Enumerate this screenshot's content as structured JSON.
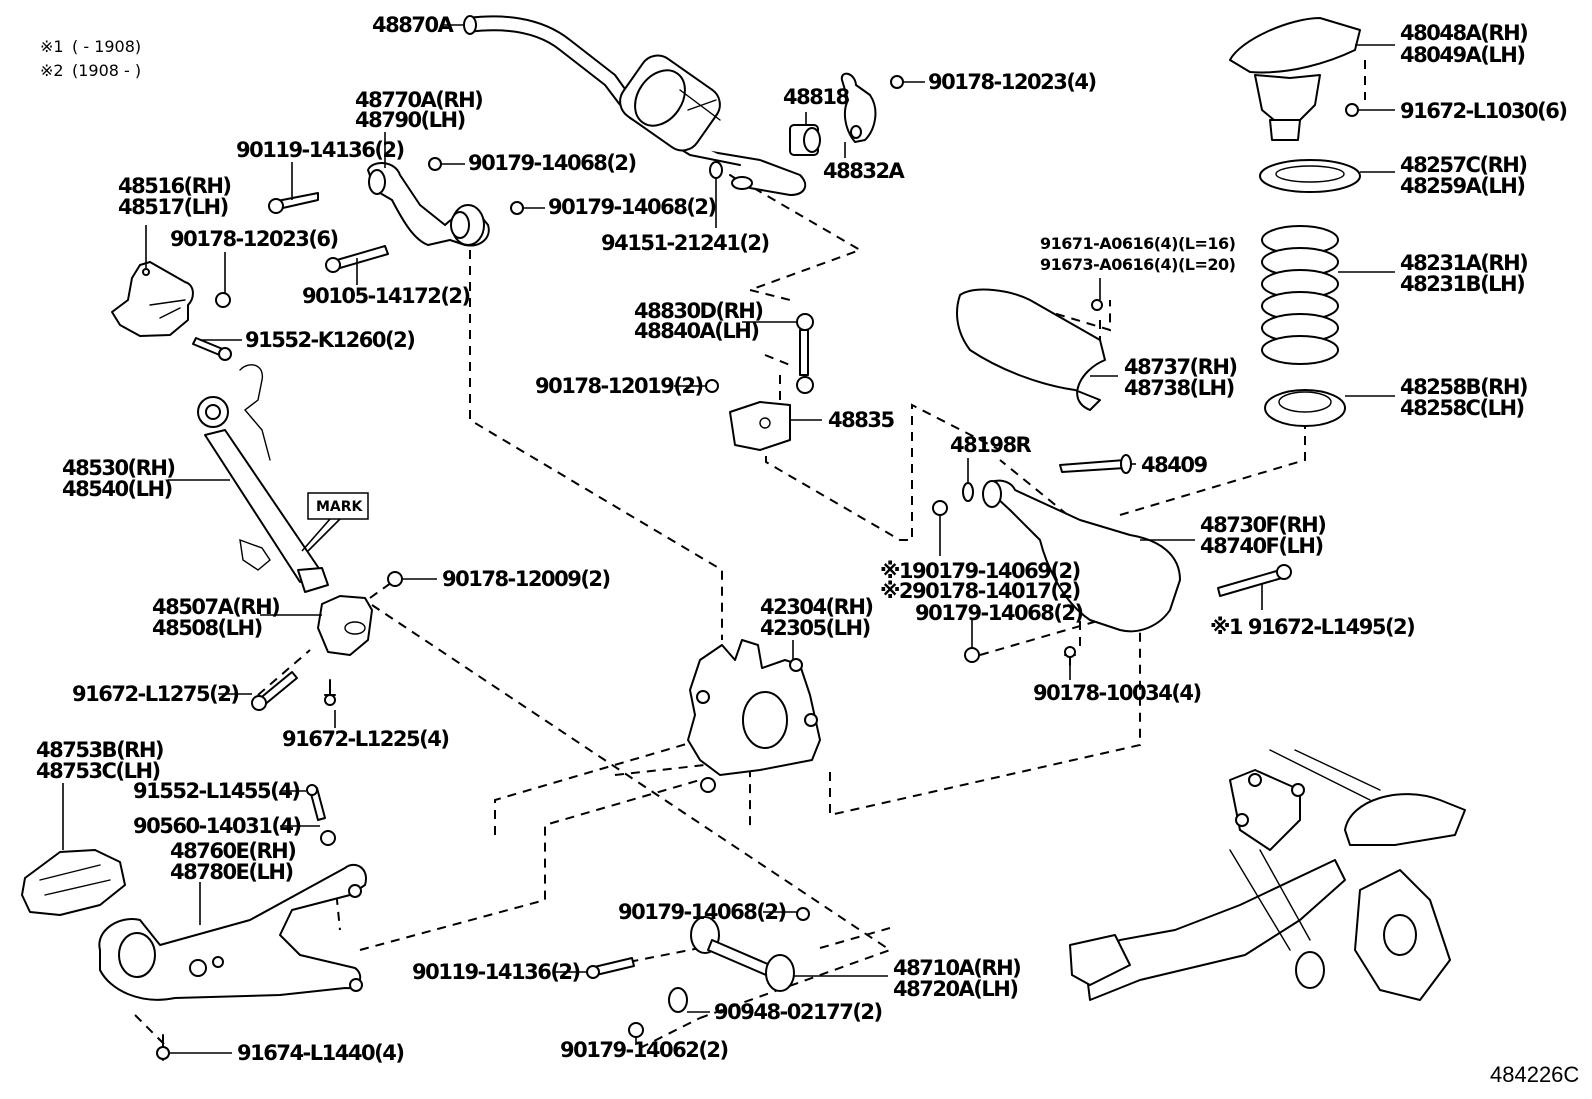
{
  "diagram": {
    "illustration_code": "484226C",
    "notes": [
      {
        "symbol": "※1",
        "text": "(        - 1908)"
      },
      {
        "symbol": "※2",
        "text": "(1908  -        )"
      }
    ],
    "mark_label": "MARK",
    "callouts": {
      "stabilizer_bar": [
        "48870A"
      ],
      "upper_arm_front": [
        "48770A(RH)",
        "48790(LH)"
      ],
      "bolt_90119_top": [
        "90119-14136(2)"
      ],
      "nut_14068_a": [
        "90179-14068(2)"
      ],
      "nut_14068_b": [
        "90179-14068(2)"
      ],
      "bracket_48516": [
        "48516(RH)",
        "48517(LH)"
      ],
      "nut_12023_6": [
        "90178-12023(6)"
      ],
      "bolt_90105": [
        "90105-14172(2)"
      ],
      "bolt_91552_k": [
        "91552-K1260(2)"
      ],
      "bushing_48818": [
        "48818"
      ],
      "bracket_48832": [
        "48832A"
      ],
      "nut_12023_4": [
        "90178-12023(4)"
      ],
      "nut_94151": [
        "94151-21241(2)"
      ],
      "stab_link": [
        "48830D(RH)",
        "48840A(LH)"
      ],
      "nut_12019": [
        "90178-12019(2)"
      ],
      "bracket_48835": [
        "48835"
      ],
      "support_48048": [
        "48048A(RH)",
        "48049A(LH)"
      ],
      "bolt_91672_l1030": [
        "91672-L1030(6)"
      ],
      "insulator_48257": [
        "48257C(RH)",
        "48259A(LH)"
      ],
      "bolts_91671": [
        "91671-A0616(4)(L=16)",
        "91673-A0616(4)(L=20)"
      ],
      "coil_spring": [
        "48231A(RH)",
        "48231B(LH)"
      ],
      "cover_48737": [
        "48737(RH)",
        "48738(LH)"
      ],
      "insulator_48258": [
        "48258B(RH)",
        "48258C(LH)"
      ],
      "shock_absorber": [
        "48530(RH)",
        "48540(LH)"
      ],
      "cam_48198": [
        "48198R"
      ],
      "bolt_48409": [
        "48409"
      ],
      "lower_arm_48730": [
        "48730F(RH)",
        "48740F(LH)"
      ],
      "nuts_14069": [
        "※190179-14069(2)",
        "※290178-14017(2)"
      ],
      "nut_14068_c": [
        "90179-14068(2)"
      ],
      "bolt_l1495": [
        "※1 91672-L1495(2)"
      ],
      "nut_10034": [
        "90178-10034(4)"
      ],
      "bracket_48507": [
        "48507A(RH)",
        "48508(LH)"
      ],
      "nut_12009": [
        "90178-12009(2)"
      ],
      "knuckle": [
        "42304(RH)",
        "42305(LH)"
      ],
      "bolt_l1275": [
        "91672-L1275(2)"
      ],
      "bolt_l1225": [
        "91672-L1225(4)"
      ],
      "cover_48753": [
        "48753B(RH)",
        "48753C(LH)"
      ],
      "bolt_l1455": [
        "91552-L1455(4)"
      ],
      "washer_90560": [
        "90560-14031(4)"
      ],
      "trailing_arm": [
        "48760E(RH)",
        "48780E(LH)"
      ],
      "bolt_l1440": [
        "91674-L1440(4)"
      ],
      "nut_14068_d": [
        "90179-14068(2)"
      ],
      "bolt_90119_bottom": [
        "90119-14136(2)"
      ],
      "toe_link": [
        "48710A(RH)",
        "48720A(LH)"
      ],
      "washer_90948": [
        "90948-02177(2)"
      ],
      "nut_14062": [
        "90179-14062(2)"
      ]
    }
  }
}
